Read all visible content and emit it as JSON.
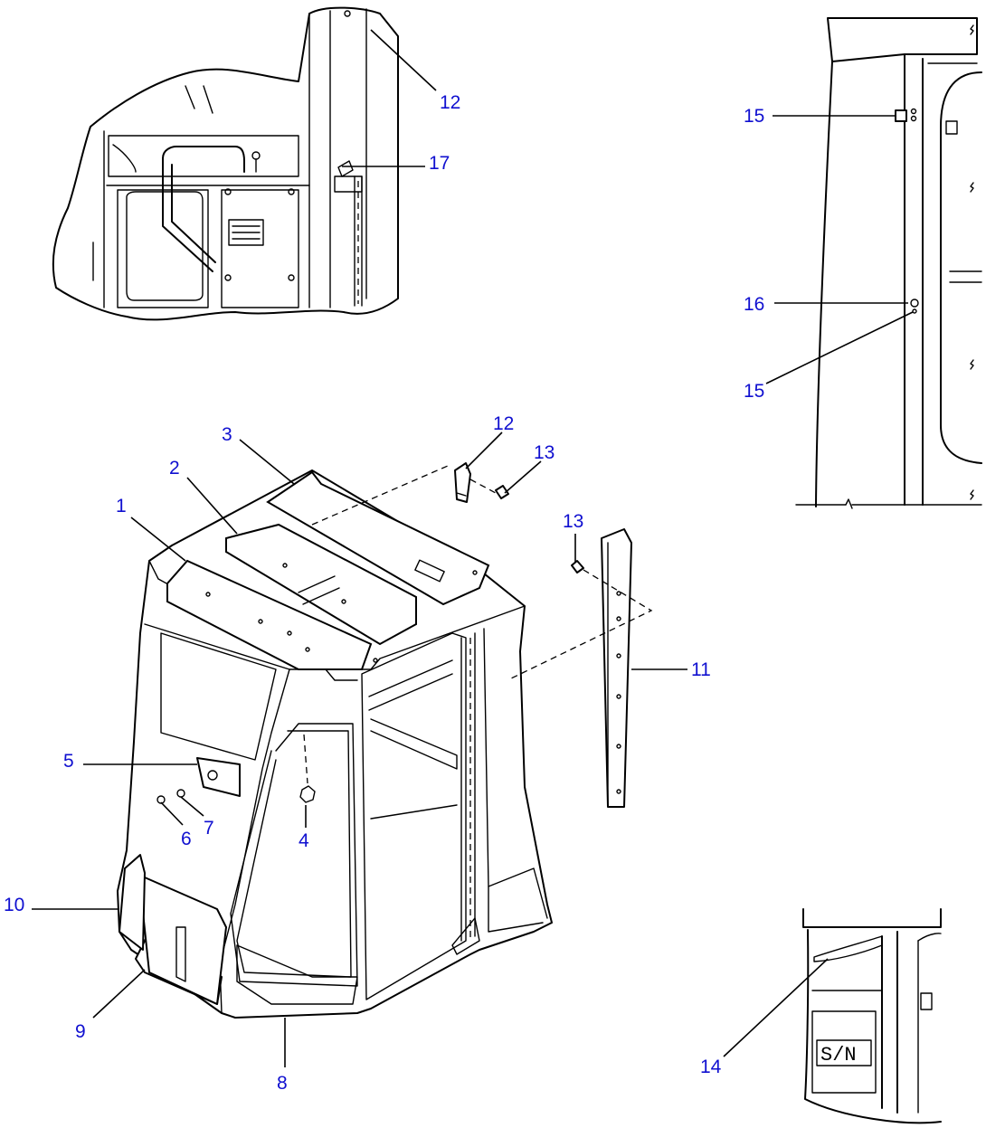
{
  "figure": {
    "callouts": {
      "c1": "1",
      "c2": "2",
      "c3": "3",
      "c4": "4",
      "c5": "5",
      "c6": "6",
      "c7": "7",
      "c8": "8",
      "c9": "9",
      "c10": "10",
      "c11": "11",
      "c12_detail": "12",
      "c12_main": "12",
      "c13_upper": "13",
      "c13_lower": "13",
      "c14": "14",
      "c15_upper": "15",
      "c15_lower": "15",
      "c16": "16",
      "c17": "17"
    },
    "serial_plate_text": "S/N",
    "callout_color": "#1010d0"
  }
}
